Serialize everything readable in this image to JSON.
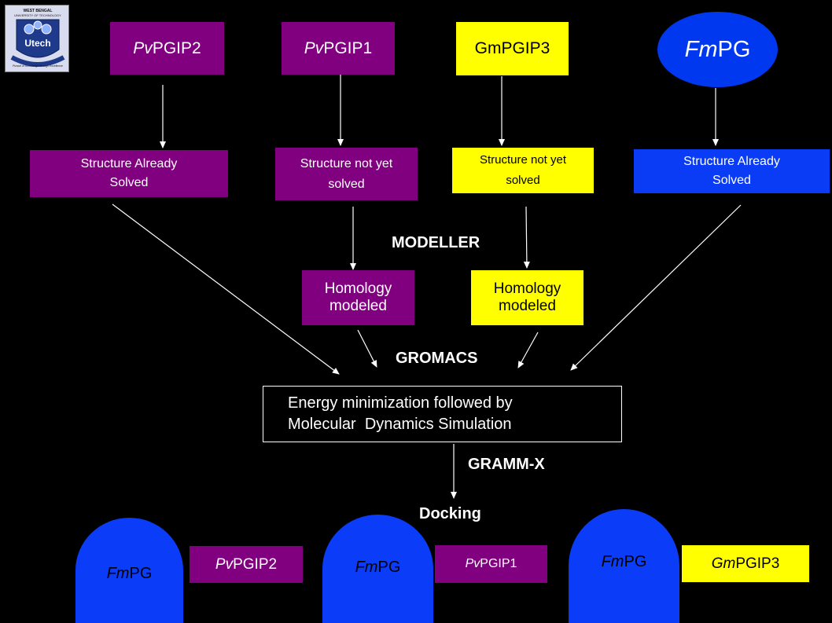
{
  "logo": {
    "header": "WEST BENGAL",
    "subheader": "UNIVERSITY OF TECHNOLOGY",
    "name": "Utech",
    "motto": "Pursuit of Knowledge through Excellence"
  },
  "top_row": {
    "pvpgip2": {
      "italic": "Pv",
      "text": "PGIP2"
    },
    "pvpgip1": {
      "italic": "Pv",
      "text": "PGIP1"
    },
    "gmpgip3": {
      "text": "GmPGIP3"
    },
    "fmpg": {
      "italic": "Fm",
      "text": "PG"
    }
  },
  "status_row": {
    "pvpgip2": {
      "line1": "Structure Already",
      "line2": "Solved"
    },
    "pvpgip1": {
      "line1": "Structure not yet",
      "line2": "solved"
    },
    "gmpgip3": {
      "line1": "Structure not yet",
      "line2": "solved"
    },
    "fmpg": {
      "line1": "Structure Already",
      "line2": "Solved"
    }
  },
  "labels": {
    "modeller": "MODELLER",
    "gromacs": "GROMACS",
    "gramm_x": "GRAMM-X",
    "docking": "Docking"
  },
  "homology": {
    "left": {
      "line1": "Homology",
      "line2": "modeled"
    },
    "right": {
      "line1": "Homology",
      "line2": "modeled"
    }
  },
  "simulation": {
    "line1": "Energy minimization followed by",
    "line2": "Molecular  Dynamics Simulation"
  },
  "complexes": [
    {
      "fm_italic": "Fm",
      "fm_text": "PG",
      "partner_italic": "Pv",
      "partner_text": "PGIP2"
    },
    {
      "fm_italic": "Fm",
      "fm_text": "PG",
      "partner_italic": "Pv",
      "partner_text": "PGIP1"
    },
    {
      "fm_italic": "Fm",
      "fm_text": "PG",
      "partner_italic": "Gm",
      "partner_text": "PGIP3"
    }
  ],
  "colors": {
    "purple": "#800080",
    "yellow": "#ffff00",
    "blue": "#0033ff",
    "background": "#000000",
    "arrow": "#ffffff"
  }
}
